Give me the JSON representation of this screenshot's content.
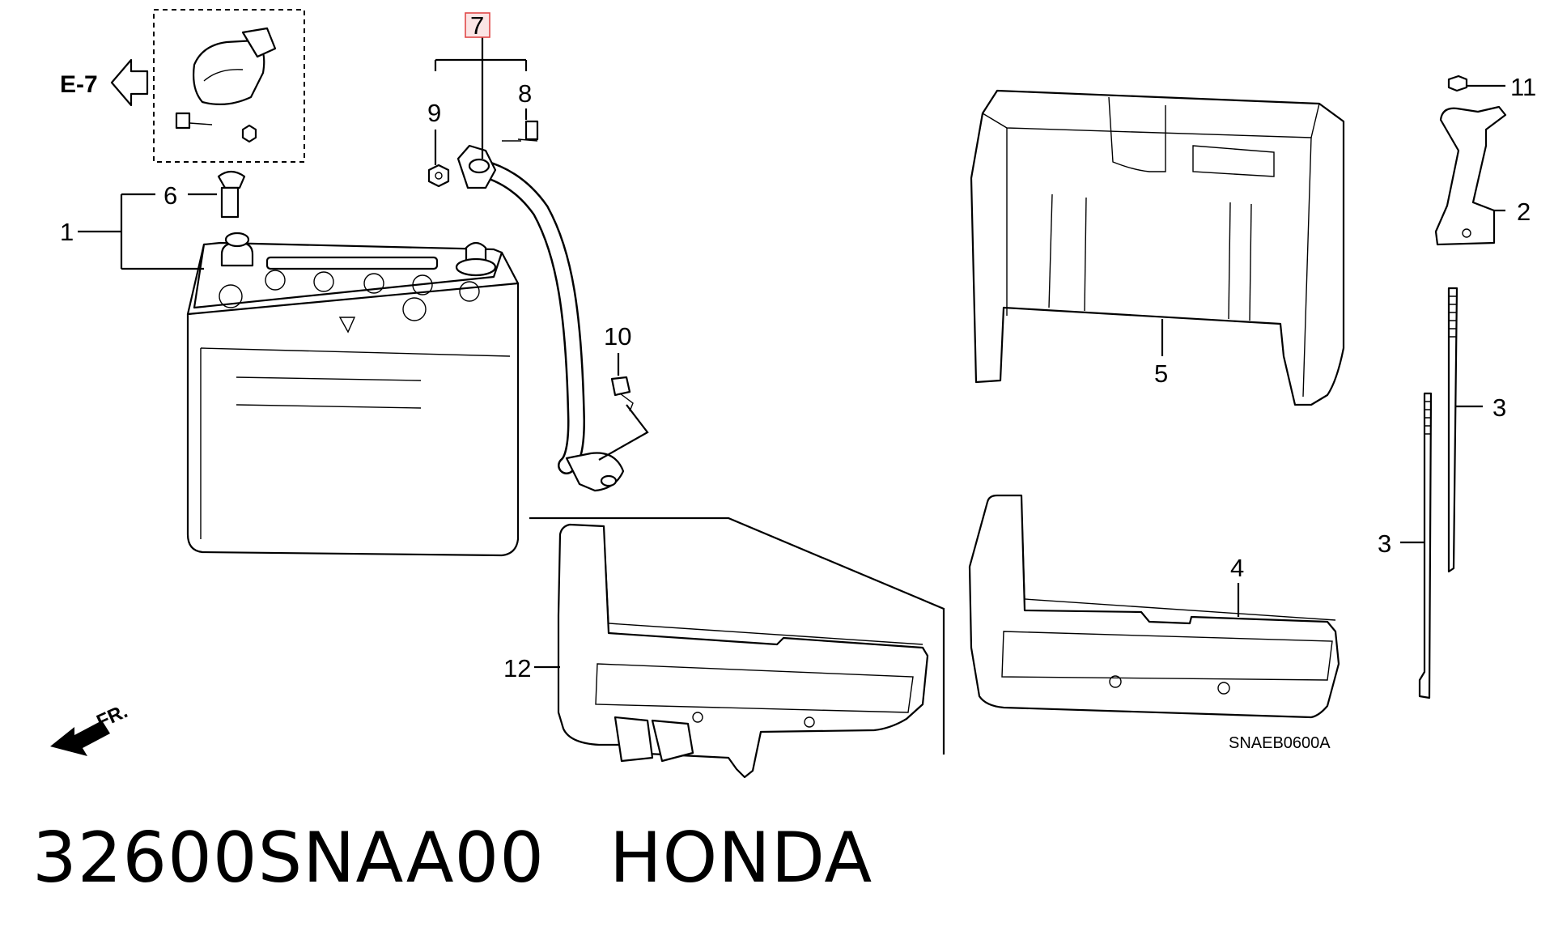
{
  "labels": {
    "c1": "1",
    "c2": "2",
    "c3a": "3",
    "c3b": "3",
    "c4": "4",
    "c5": "5",
    "c6": "6",
    "c7": "7",
    "c8": "8",
    "c9": "9",
    "c10": "10",
    "c11": "11",
    "c12": "12"
  },
  "ref_tag": "E-7",
  "front_tag": "FR.",
  "drawing_code": "SNAEB0600A",
  "part_number": "32600SNAA00",
  "brand": "HONDA",
  "colors": {
    "highlight_box": "#e04848",
    "highlight_fill": "#fbe5e5"
  }
}
